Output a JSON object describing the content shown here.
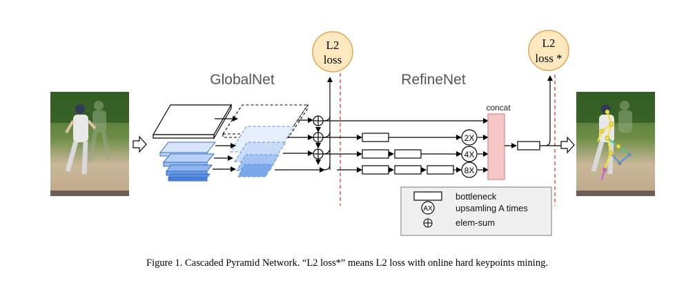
{
  "figure": {
    "globalnet_label": "GlobalNet",
    "refinenet_label": "RefineNet",
    "l2_loss_line1": "L2",
    "l2_loss_line2": "loss",
    "l2_loss_star_line1": "L2",
    "l2_loss_star_line2": "loss *",
    "concat_label": "concat",
    "upsample_labels": [
      "2X",
      "4X",
      "8X"
    ],
    "legend": {
      "bottleneck": "bottleneck",
      "upsample_symbol": "AX",
      "upsample": "upsamling A times",
      "elemsum": "elem-sum"
    },
    "caption": "Figure 1. Cascaded Pyramid Network. “L2 loss*” means L2 loss with online hard keypoints mining."
  },
  "colors": {
    "loss_fill": "#fde8c0",
    "loss_stroke": "#e0a64a",
    "concat_fill": "#f7c6c6",
    "concat_stroke": "#d98a8a",
    "dashed_red": "#e03030",
    "pyramid_blue": "#5b9be0",
    "legend_bg": "#f0f0f0"
  },
  "icons": [
    "input-image",
    "output-image-with-keypoints",
    "hollow-arrow-icon",
    "elem-sum-icon",
    "upsample-circle-icon"
  ]
}
